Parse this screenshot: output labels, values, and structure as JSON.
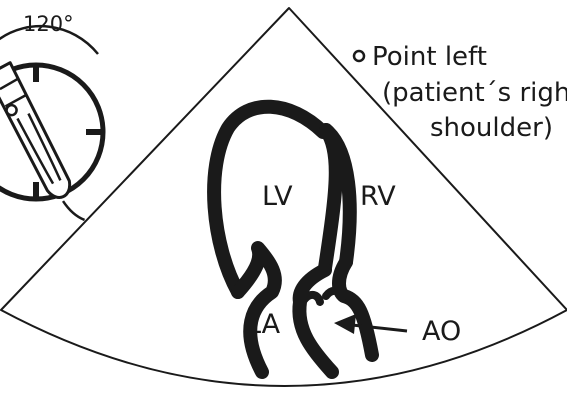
{
  "probe": {
    "angle_label": "120°"
  },
  "annotation": {
    "line1": "Point left",
    "line2": "(patient´s right",
    "line3": "shoulder)"
  },
  "chambers": {
    "lv": "LV",
    "rv": "RV",
    "la": "LA",
    "ao": "AO"
  }
}
